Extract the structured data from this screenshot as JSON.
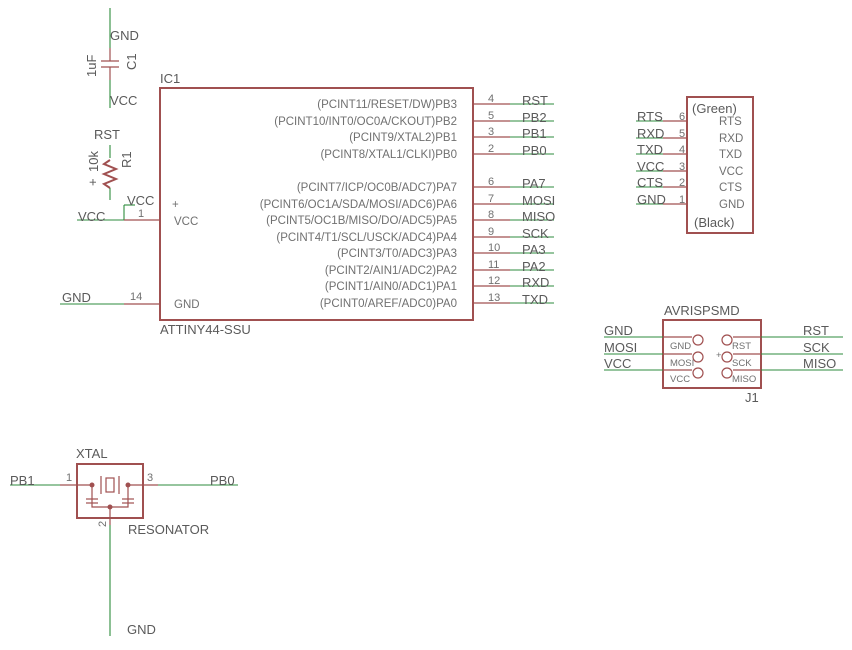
{
  "ic1": {
    "ref": "IC1",
    "value": "ATTINY44-SSU",
    "left_vcc_label": "VCC",
    "left_gnd_label": "GND",
    "plus_sign": "+",
    "pin_vcc": "1",
    "pin_gnd": "14",
    "vcc_net": "VCC",
    "vcc_net2": "VCC",
    "gnd_net": "GND",
    "pins": [
      {
        "fn": "(PCINT11/RESET/DW)PB3",
        "no": "4",
        "net": "RST"
      },
      {
        "fn": "(PCINT10/INT0/OC0A/CKOUT)PB2",
        "no": "5",
        "net": "PB2"
      },
      {
        "fn": "(PCINT9/XTAL2)PB1",
        "no": "3",
        "net": "PB1"
      },
      {
        "fn": "(PCINT8/XTAL1/CLKI)PB0",
        "no": "2",
        "net": "PB0"
      },
      {
        "fn": "(PCINT7/ICP/OC0B/ADC7)PA7",
        "no": "6",
        "net": "PA7"
      },
      {
        "fn": "(PCINT6/OC1A/SDA/MOSI/ADC6)PA6",
        "no": "7",
        "net": "MOSI"
      },
      {
        "fn": "(PCINT5/OC1B/MISO/DO/ADC5)PA5",
        "no": "8",
        "net": "MISO"
      },
      {
        "fn": "(PCINT4/T1/SCL/USCK/ADC4)PA4",
        "no": "9",
        "net": "SCK"
      },
      {
        "fn": "(PCINT3/T0/ADC3)PA3",
        "no": "10",
        "net": "PA3"
      },
      {
        "fn": "(PCINT2/AIN1/ADC2)PA2",
        "no": "11",
        "net": "PA2"
      },
      {
        "fn": "(PCINT1/AIN0/ADC1)PA1",
        "no": "12",
        "net": "RXD"
      },
      {
        "fn": "(PCINT0/AREF/ADC0)PA0",
        "no": "13",
        "net": "TXD"
      }
    ]
  },
  "c1": {
    "ref": "C1",
    "value": "1uF",
    "top_net": "GND",
    "bottom_net": "VCC"
  },
  "r1": {
    "ref": "R1",
    "value": "10k",
    "top_net": "RST",
    "plus_sign": "+"
  },
  "ftdi": {
    "top_label": "(Green)",
    "bottom_label": "(Black)",
    "pins": [
      {
        "net": "RTS",
        "no": "6",
        "name": "RTS"
      },
      {
        "net": "RXD",
        "no": "5",
        "name": "RXD"
      },
      {
        "net": "TXD",
        "no": "4",
        "name": "TXD"
      },
      {
        "net": "VCC",
        "no": "3",
        "name": "VCC"
      },
      {
        "net": "CTS",
        "no": "2",
        "name": "CTS"
      },
      {
        "net": "GND",
        "no": "1",
        "name": "GND"
      }
    ]
  },
  "isp": {
    "title": "AVRISPSMD",
    "ref": "J1",
    "left": [
      {
        "net": "GND",
        "pin": "GND"
      },
      {
        "net": "MOSI",
        "pin": "MOSI"
      },
      {
        "net": "VCC",
        "pin": "VCC"
      }
    ],
    "right": [
      {
        "net": "RST",
        "pin": "RST"
      },
      {
        "net": "SCK",
        "pin": "SCK"
      },
      {
        "net": "MISO",
        "pin": "MISO"
      }
    ]
  },
  "xtal": {
    "ref": "XTAL",
    "value": "RESONATOR",
    "pin1": "1",
    "pin2": "2",
    "pin3": "3",
    "left_net": "PB1",
    "right_net": "PB0",
    "bottom_net": "GND"
  }
}
